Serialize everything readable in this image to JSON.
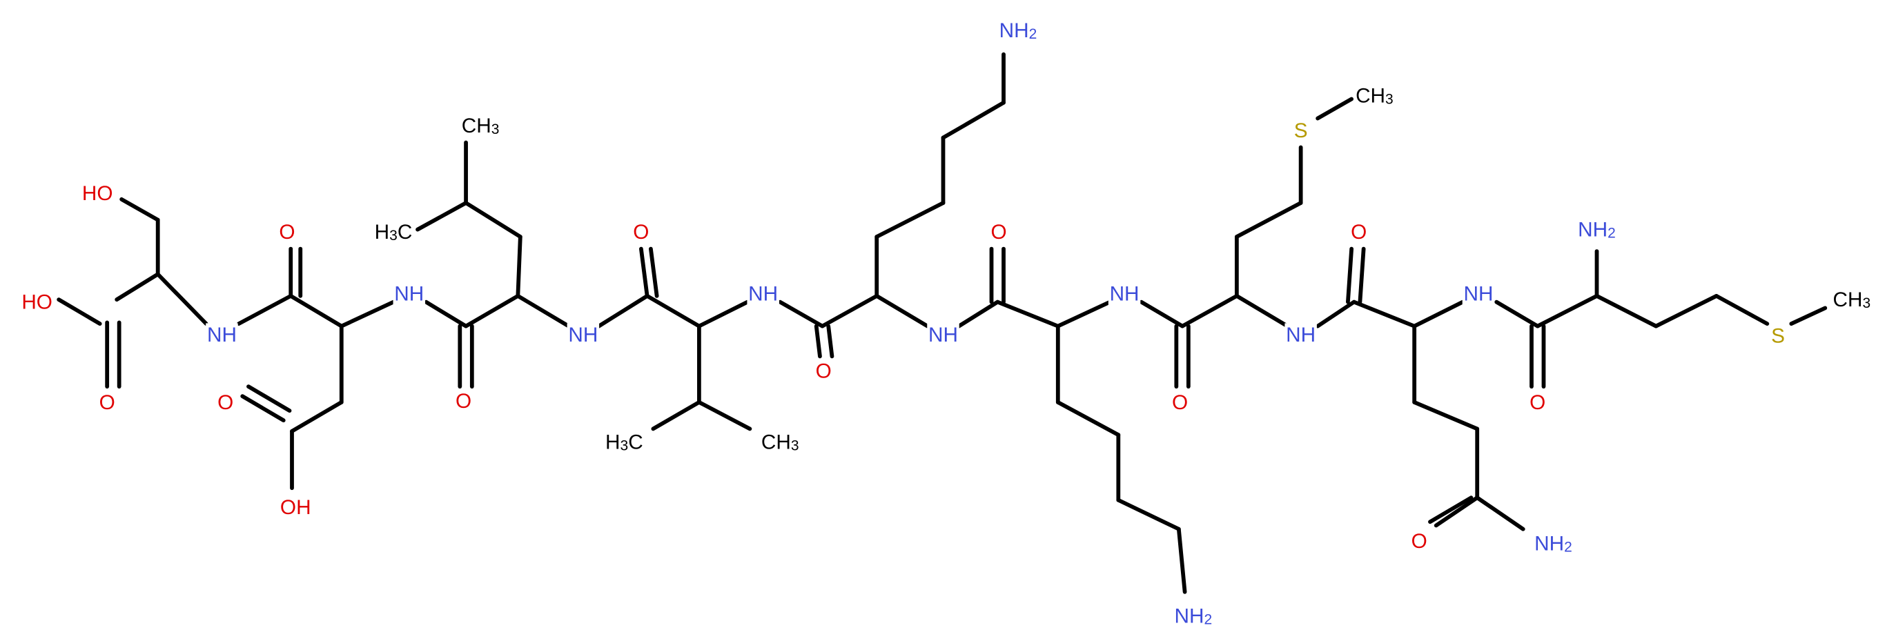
{
  "molecule": {
    "colors": {
      "bond": "#000000",
      "N": "#3b4bd9",
      "O": "#e00000",
      "S": "#b59a00",
      "C": "#000000"
    },
    "atoms": [
      {
        "id": "HO_ser",
        "text": "HO",
        "sub": "",
        "el": "O"
      },
      {
        "id": "HO_acid1",
        "text": "HO",
        "sub": "",
        "el": "O"
      },
      {
        "id": "O_acid1",
        "text": "O",
        "sub": "",
        "el": "O"
      },
      {
        "id": "NH_1",
        "text": "NH",
        "sub": "",
        "el": "N"
      },
      {
        "id": "O_asp_amide",
        "text": "O",
        "sub": "",
        "el": "O"
      },
      {
        "id": "O_asp_side",
        "text": "O",
        "sub": "",
        "el": "O"
      },
      {
        "id": "OH_asp_side",
        "text": "OH",
        "sub": "",
        "el": "O"
      },
      {
        "id": "NH_2",
        "text": "NH",
        "sub": "",
        "el": "N"
      },
      {
        "id": "O_leu_amide",
        "text": "O",
        "sub": "",
        "el": "O"
      },
      {
        "id": "CH3_leu_top",
        "text": "CH",
        "sub": "3",
        "el": "C"
      },
      {
        "id": "H3C_leu",
        "text": "H",
        "sub": "3",
        "tail": "C",
        "el": "C"
      },
      {
        "id": "NH_3",
        "text": "NH",
        "sub": "",
        "el": "N"
      },
      {
        "id": "O_val_top",
        "text": "O",
        "sub": "",
        "el": "O"
      },
      {
        "id": "H3C_val",
        "text": "H",
        "sub": "3",
        "tail": "C",
        "el": "C"
      },
      {
        "id": "CH3_val",
        "text": "CH",
        "sub": "3",
        "el": "C"
      },
      {
        "id": "NH_4",
        "text": "NH",
        "sub": "",
        "el": "N"
      },
      {
        "id": "O_lys1",
        "text": "O",
        "sub": "",
        "el": "O"
      },
      {
        "id": "NH2_lys1",
        "text": "NH",
        "sub": "2",
        "el": "N"
      },
      {
        "id": "NH_5",
        "text": "NH",
        "sub": "",
        "el": "N"
      },
      {
        "id": "O_lys2_top",
        "text": "O",
        "sub": "",
        "el": "O"
      },
      {
        "id": "NH2_lys2",
        "text": "NH",
        "sub": "2",
        "el": "N"
      },
      {
        "id": "NH_6",
        "text": "NH",
        "sub": "",
        "el": "N"
      },
      {
        "id": "O_met1",
        "text": "O",
        "sub": "",
        "el": "O"
      },
      {
        "id": "S_met1",
        "text": "S",
        "sub": "",
        "el": "S"
      },
      {
        "id": "CH3_met1",
        "text": "CH",
        "sub": "3",
        "el": "C"
      },
      {
        "id": "NH_7",
        "text": "NH",
        "sub": "",
        "el": "N"
      },
      {
        "id": "O_gln_top",
        "text": "O",
        "sub": "",
        "el": "O"
      },
      {
        "id": "O_gln_side",
        "text": "O",
        "sub": "",
        "el": "O"
      },
      {
        "id": "NH2_gln_side",
        "text": "NH",
        "sub": "2",
        "el": "N"
      },
      {
        "id": "NH_8",
        "text": "NH",
        "sub": "",
        "el": "N"
      },
      {
        "id": "O_met2",
        "text": "O",
        "sub": "",
        "el": "O"
      },
      {
        "id": "NH2_met2",
        "text": "NH",
        "sub": "2",
        "el": "N"
      },
      {
        "id": "S_met2",
        "text": "S",
        "sub": "",
        "el": "S"
      },
      {
        "id": "CH3_met2",
        "text": "CH",
        "sub": "3",
        "el": "C"
      }
    ]
  }
}
